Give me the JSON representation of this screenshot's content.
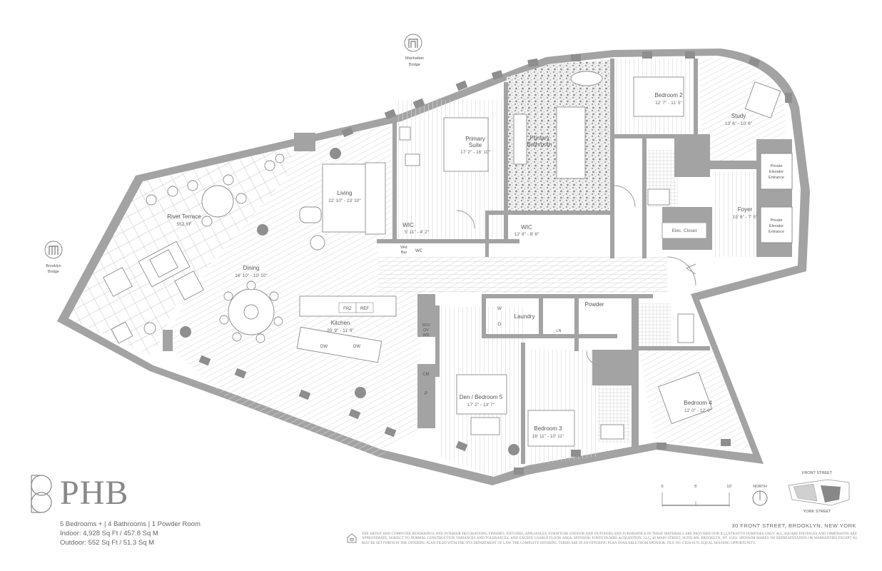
{
  "brand": {
    "name": "PHB",
    "summary_line": "5 Bedrooms +  |  4 Bathrooms  |  1 Powder Room",
    "indoor_line": "Indoor: 4,928 Sq Ft / 457.8 Sq M",
    "outdoor_line": "Outdoor: 552 Sq Ft / 51.3 Sq M"
  },
  "address": "30 FRONT STREET, BROOKLYN, NEW YORK",
  "disclaimer": "The artist and computer renderings and interior decorations, finishes, fixtures, appliances, furniture (indoor and outdoor) and furnishings in these materials are provided for illustrative purposes only. All square footages and dimensions are approximate, subject to normal construction variances and tolerances, and exceed usable floor area. Sponsor: Forte Dumbo Acquisition, LLC, 40 Main Street, Suite 800, Brooklyn, NY 11201. Sponsor makes no representation or warranties except as may be set forth in the offering plan filed with the NYS Department of Law. The complete offering terms are in an offering plan available from Sponsor. File No. CD20-0178. Equal housing opportunity.",
  "landmarks": {
    "manhattan_bridge": [
      "Manhattan",
      "Bridge"
    ],
    "brooklyn_bridge": [
      "Brooklyn",
      "Bridge"
    ]
  },
  "rooms": {
    "river_terrace": {
      "name": "River Terrace",
      "size": "552 SF"
    },
    "living": {
      "name": "Living",
      "size": "22' 10\" - 23' 10\""
    },
    "dining": {
      "name": "Dining",
      "size": "16' 10\" - 10' 10\""
    },
    "kitchen": {
      "name": "Kitchen",
      "size": "20' 9\" - 11' 9\""
    },
    "primary_suite": {
      "name": [
        "Primary",
        "Suite"
      ],
      "size": "17' 2\" - 16' 10\""
    },
    "primary_bathroom": {
      "name": [
        "Primary",
        "Bathroom"
      ]
    },
    "wic_small": {
      "name": "WIC",
      "size": "5' 11\" - 4' 2\""
    },
    "wic_large": {
      "name": "WIC",
      "size": "12' 8\" - 8' 6\""
    },
    "bedroom2": {
      "name": "Bedroom 2",
      "size": "12' 7\" - 11' 5\""
    },
    "study": {
      "name": "Study",
      "size": "13' 6\" - 10' 6\""
    },
    "foyer": {
      "name": "Foyer",
      "size": "15' 6\" - 7' 5\""
    },
    "elec_closet": {
      "name": "Elec. Closet"
    },
    "elevator1": {
      "name": [
        "Private",
        "Elevator",
        "Entrance"
      ]
    },
    "elevator2": {
      "name": [
        "Private",
        "Elevator",
        "Entrance"
      ]
    },
    "laundry": {
      "name": "Laundry"
    },
    "powder": {
      "name": "Powder"
    },
    "den": {
      "name": "Den / Bedroom 5",
      "size": "17' 2\" - 13' 7\""
    },
    "bedroom3": {
      "name": "Bedroom 3",
      "size": "16' 11\" - 10' 11\""
    },
    "bedroom4": {
      "name": "Bedroom 4",
      "size": "12' 0\" - 12' 0\""
    }
  },
  "fixtures": {
    "frz": "FRZ",
    "ref": "REF",
    "dw1": "DW",
    "dw2": "DW",
    "wet_bar": [
      "Wet",
      "Bar"
    ],
    "wc": "WC",
    "sov": [
      "SOV",
      "OV",
      "WD"
    ],
    "cm": "CM",
    "p": "P",
    "w": "W",
    "d": "D",
    "ln": "LN"
  },
  "scale": {
    "ticks": [
      "0",
      "5'",
      "10'"
    ],
    "north": "NORTH"
  },
  "keyplan": {
    "front_street": "FRONT STREET",
    "york_street": "YORK STREET"
  },
  "colors": {
    "wall": "#a3a3a3",
    "text": "#555555",
    "hatch": "#d8d8d8"
  }
}
